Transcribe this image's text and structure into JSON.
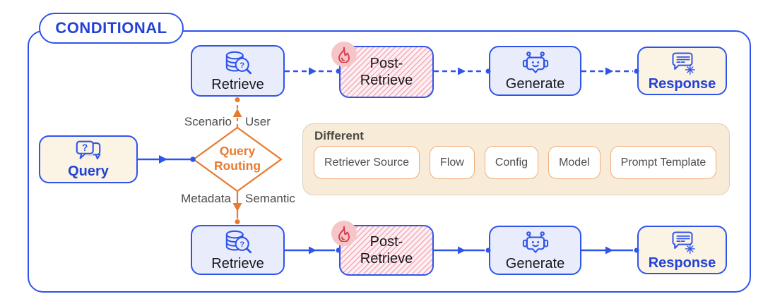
{
  "frame": {
    "title": "CONDITIONAL"
  },
  "nodes": {
    "query": {
      "label": "Query"
    },
    "query_routing": {
      "line1": "Query",
      "line2": "Routing"
    },
    "retrieve": {
      "label": "Retrieve"
    },
    "post_retrieve": {
      "line1": "Post-",
      "line2": "Retrieve"
    },
    "generate": {
      "label": "Generate"
    },
    "response": {
      "label": "Response"
    }
  },
  "edge_labels": {
    "scenario": "Scenario",
    "user": "User",
    "metadata": "Metadata",
    "semantic": "Semantic"
  },
  "panel": {
    "title": "Different",
    "chips": [
      "Retriever Source",
      "Flow",
      "Config",
      "Model",
      "Prompt Template"
    ]
  },
  "colors": {
    "blue": "#2f54eb",
    "blue_text": "#2443d6",
    "orange": "#e87a2e",
    "box_blue_fill": "#e9edfb",
    "cream_fill": "#fbf3e3",
    "panel_fill": "#f8ecd9",
    "pink_fill": "#fdeff2",
    "pink_stripe": "#f2aab8",
    "badge_fill": "#f6c5c7",
    "flame_red": "#d93a49",
    "gray_text": "#4d4d4d"
  }
}
